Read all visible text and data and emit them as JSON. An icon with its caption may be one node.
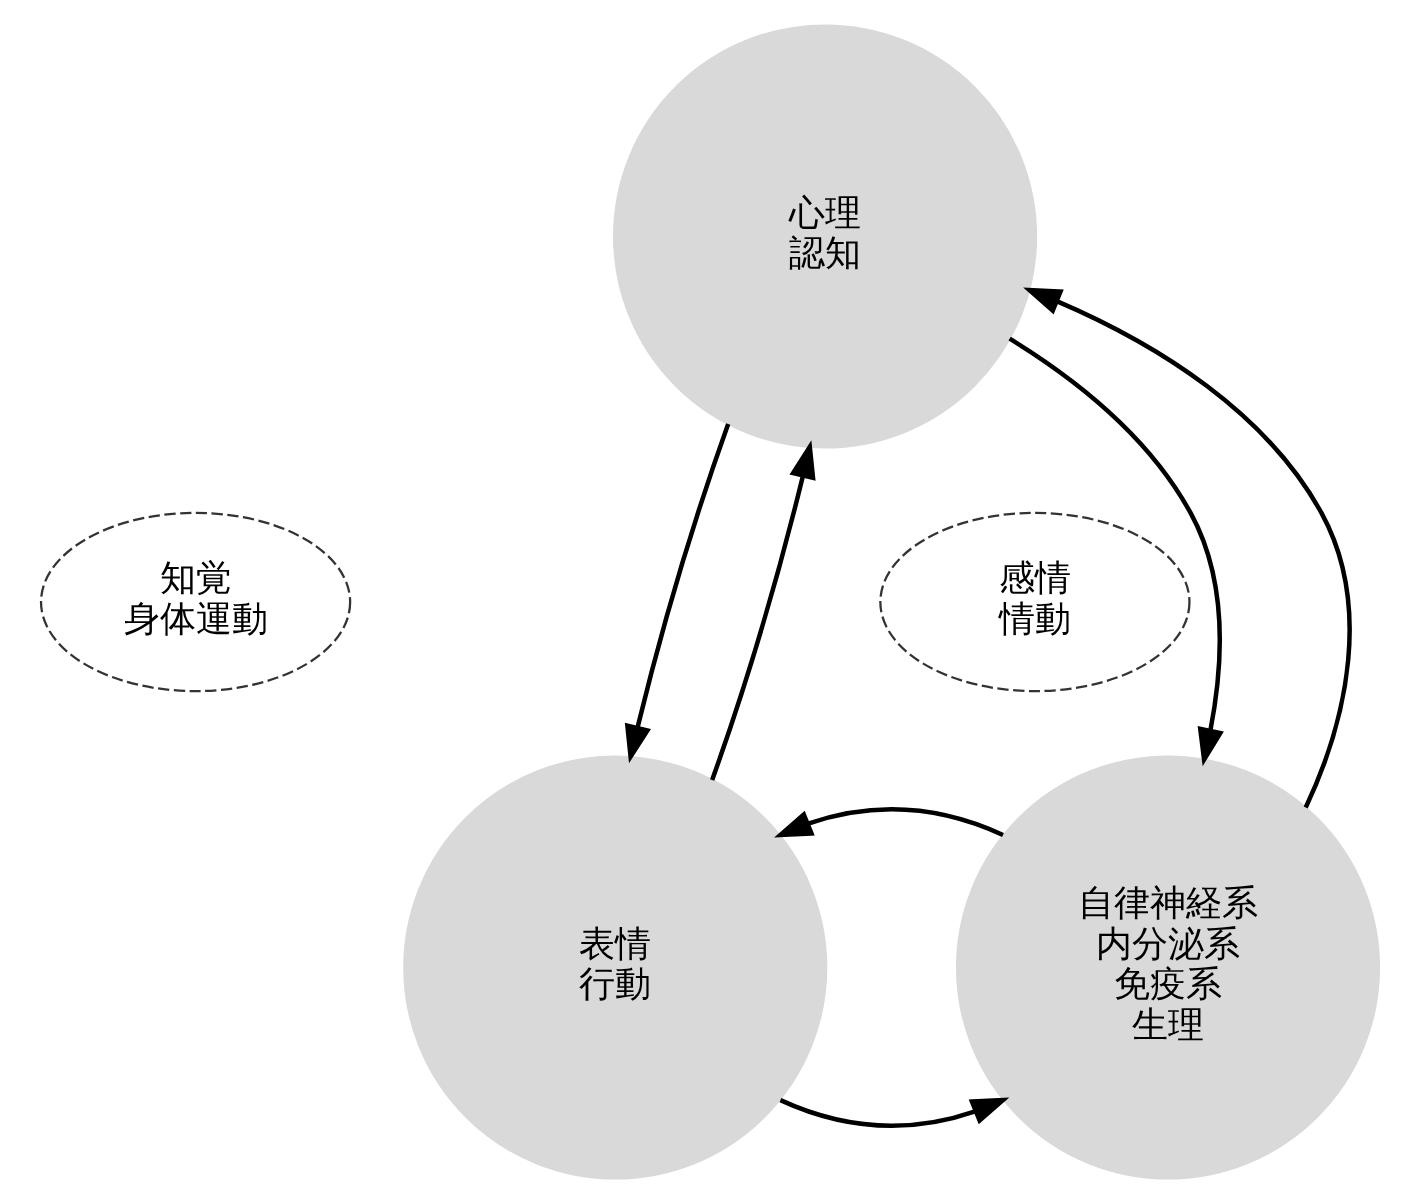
{
  "diagram": {
    "nodes": [
      {
        "text": [
          "心理",
          "認知"
        ]
      },
      {
        "text": [
          "知覚",
          "身体運動"
        ]
      },
      {
        "text": [
          "感情",
          "情動"
        ]
      },
      {
        "text": [
          "表情",
          "行動"
        ]
      },
      {
        "text": [
          "自律神経系",
          "内分泌系",
          "免疫系",
          "生理"
        ]
      }
    ],
    "edges": [
      {
        "from": 0,
        "to": 3,
        "arrow": "to"
      },
      {
        "from": 4,
        "to": 0,
        "arrow": "to"
      },
      {
        "from": 3,
        "to": 4,
        "arrow": "to"
      },
      {
        "from": 3,
        "to": 0,
        "arrow": "to"
      },
      {
        "from": 0,
        "to": 4,
        "arrow": "to"
      },
      {
        "from": 4,
        "to": 3,
        "arrow": "to"
      }
    ]
  }
}
